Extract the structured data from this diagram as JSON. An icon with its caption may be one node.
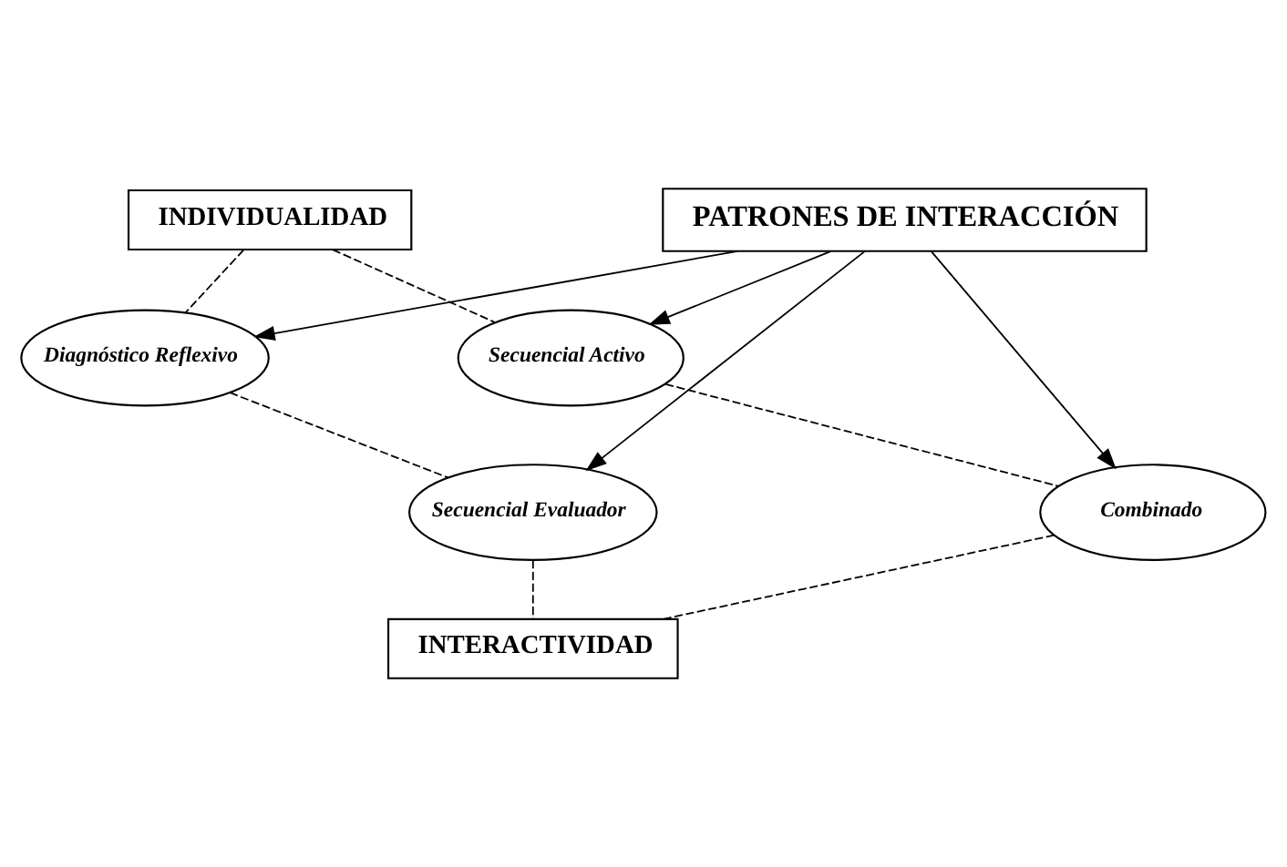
{
  "diagram": {
    "nodes": [
      {
        "text": [
          "INDIVIDUALIDAD"
        ]
      },
      {
        "text": [
          "Diagnóstico Reflexivo"
        ]
      },
      {
        "text": [
          "Secuencial Activo"
        ]
      },
      {
        "text": [
          "PATRONES DE INTERACCIÓN"
        ]
      },
      {
        "text": [
          "Secuencial Evaluador"
        ]
      },
      {
        "text": [
          "Combinado"
        ]
      },
      {
        "text": [
          "INTERACTIVIDAD"
        ]
      }
    ],
    "edges": [
      {
        "from": 3,
        "to": 1,
        "arrow": "to"
      },
      {
        "from": 3,
        "to": 2,
        "arrow": "to"
      },
      {
        "from": 3,
        "to": 4,
        "arrow": "to"
      },
      {
        "from": 3,
        "to": 5,
        "arrow": "to"
      },
      {
        "from": 0,
        "to": 1,
        "arrow": "none",
        "style": "dashed"
      },
      {
        "from": 0,
        "to": 2,
        "arrow": "none",
        "style": "dashed"
      },
      {
        "from": 1,
        "to": 4,
        "arrow": "none",
        "style": "dashed"
      },
      {
        "from": 2,
        "to": 5,
        "arrow": "none",
        "style": "dashed"
      },
      {
        "from": 4,
        "to": 6,
        "arrow": "none",
        "style": "dashed"
      },
      {
        "from": 6,
        "to": 5,
        "arrow": "none",
        "style": "dashed"
      }
    ]
  }
}
